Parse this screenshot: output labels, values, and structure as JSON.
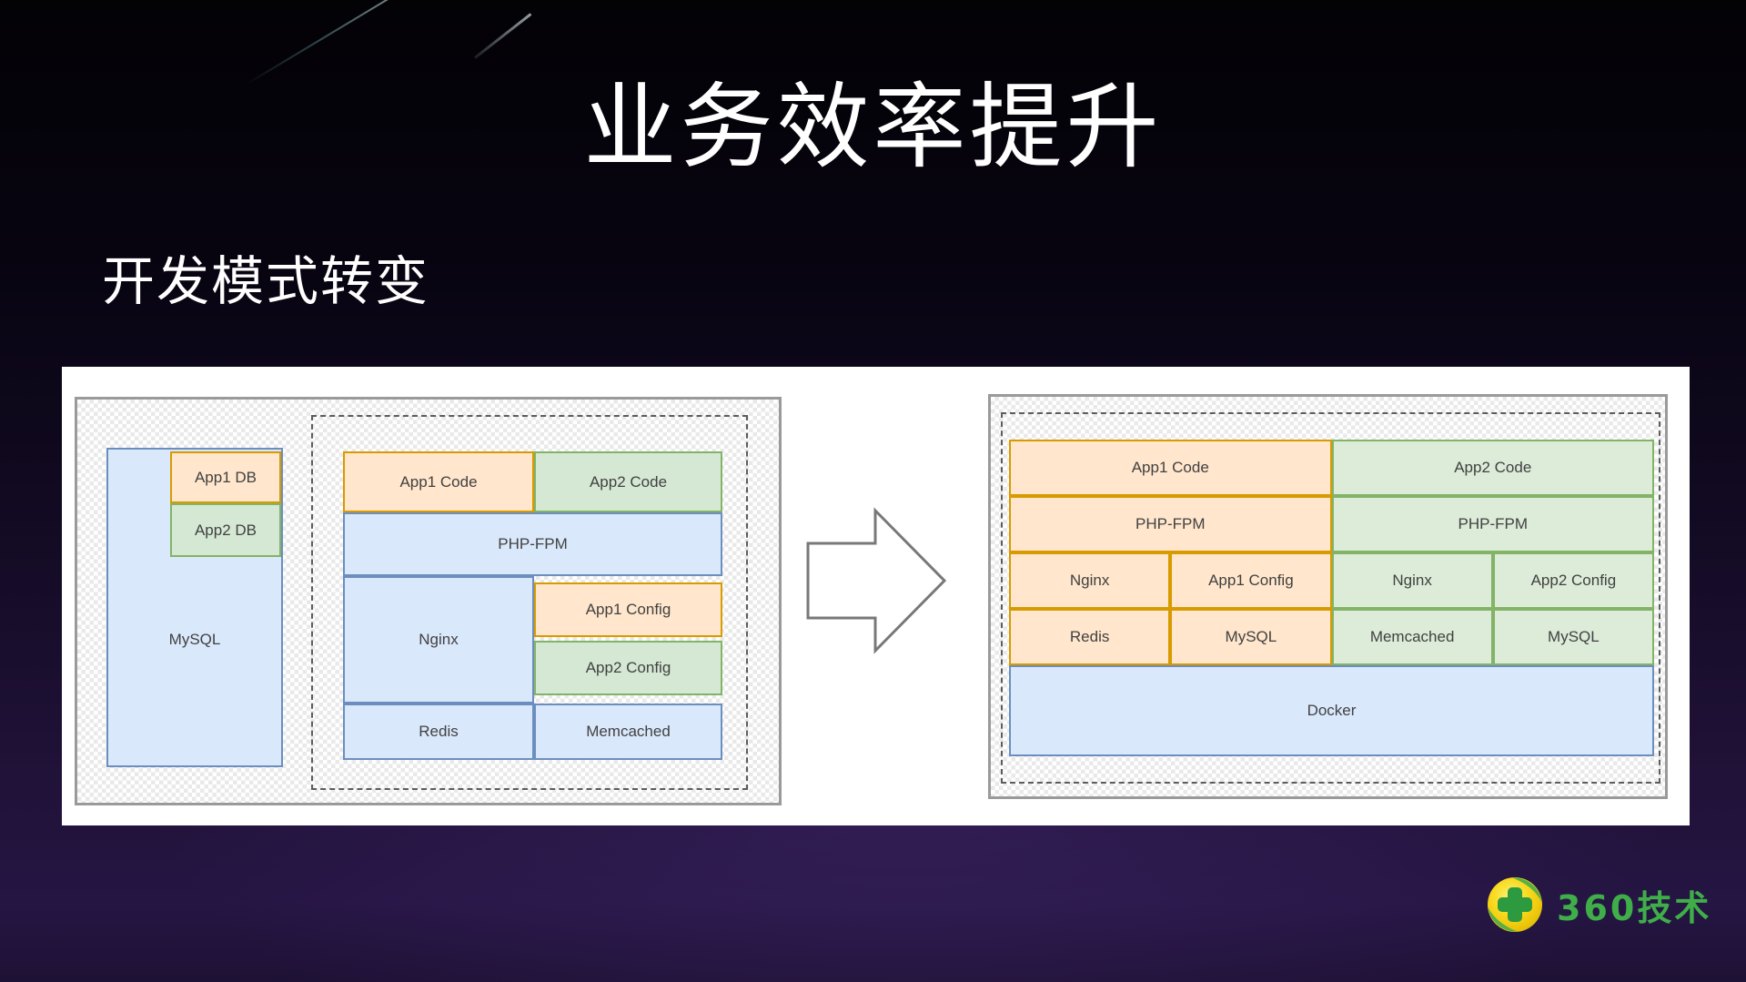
{
  "slide": {
    "title": "业务效率提升",
    "subtitle": "开发模式转变"
  },
  "before_diagram": {
    "mysql": "MySQL",
    "app1_db": "App1 DB",
    "app2_db": "App2 DB",
    "app1_code": "App1 Code",
    "app2_code": "App2 Code",
    "php_fpm": "PHP-FPM",
    "nginx": "Nginx",
    "app1_config": "App1 Config",
    "app2_config": "App2 Config",
    "redis": "Redis",
    "memcached": "Memcached"
  },
  "after_diagram": {
    "cells": [
      "App1 Code",
      "App2 Code",
      "PHP-FPM",
      "PHP-FPM",
      "Nginx",
      "App1 Config",
      "Nginx",
      "App2 Config",
      "Redis",
      "MySQL",
      "Memcached",
      "MySQL",
      "Docker"
    ]
  },
  "logo": {
    "text": "360技术"
  },
  "colors": {
    "box_orange_fill": "#ffe6cc",
    "box_orange_border": "#d79b00",
    "box_green_fill": "#d5e8d4",
    "box_green_border": "#82b366",
    "box_blue_fill": "#dae8fc",
    "box_blue_border": "#6c8ebf",
    "panel_background": "#ffffff",
    "title_text": "#ffffff",
    "logo_green": "#3fae49"
  }
}
